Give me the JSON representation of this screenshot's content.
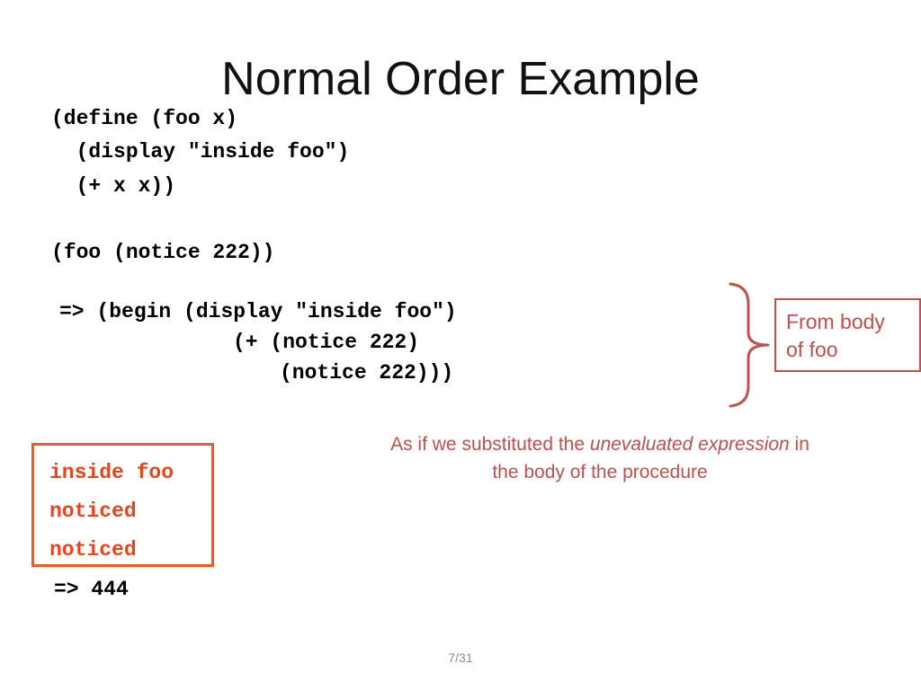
{
  "slide": {
    "title": "Normal Order Example",
    "code": {
      "define": [
        "(define (foo x)",
        "  (display \"inside foo\")",
        "  (+ x x))"
      ],
      "call": "(foo (notice 222))",
      "expansion": [
        "=> (begin (display \"inside foo\")",
        "(+ (notice 222)",
        "(notice 222)))"
      ]
    },
    "output": {
      "lines": [
        "inside foo",
        "noticed",
        "noticed"
      ],
      "result": "=> 444"
    },
    "callout": {
      "line1": "From body",
      "line2": "of foo"
    },
    "note": {
      "part1": "As if we substituted the ",
      "emphasis": "unevaluated expression",
      "part2": " in the body of the procedure"
    },
    "page_number": "7/31",
    "colors": {
      "output_border": "#f05a1e",
      "output_text": "#e8451b",
      "callout": "#c0504d"
    }
  }
}
